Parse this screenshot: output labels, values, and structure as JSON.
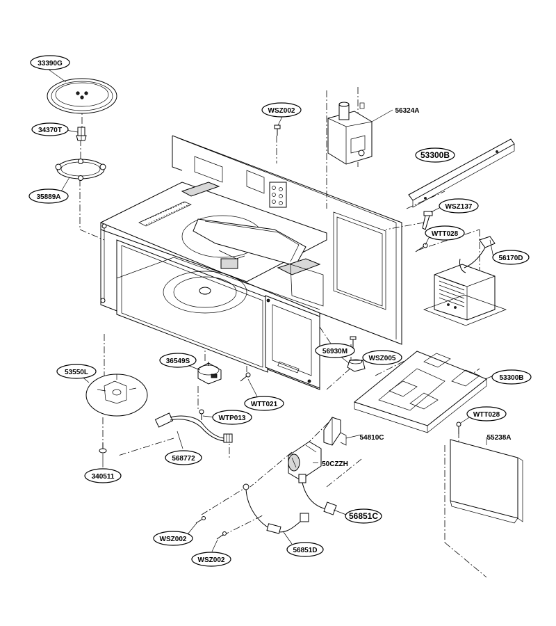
{
  "labels": {
    "l33390G": "33390G",
    "l34370T": "34370T",
    "l35889A": "35889A",
    "lWSZ002_top": "WSZ002",
    "l56324A": "56324A",
    "l53300B_top": "53300B",
    "lWSZ137": "WSZ137",
    "lWTT028_top": "WTT028",
    "l56170D": "56170D",
    "l36549S": "36549S",
    "l56930M": "56930M",
    "lWSZ005": "WSZ005",
    "l53550L": "53550L",
    "lWTT021": "WTT021",
    "l53300B_mid": "53300B",
    "lWTP013": "WTP013",
    "lWTT028_mid": "WTT028",
    "l54810C": "54810C",
    "l55238A": "55238A",
    "l568772": "568772",
    "l50CZZH": "50CZZH",
    "l340511": "340511",
    "l56851C": "56851C",
    "lWSZ002_a": "WSZ002",
    "l56851D": "56851D",
    "lWSZ002_b": "WSZ002"
  }
}
